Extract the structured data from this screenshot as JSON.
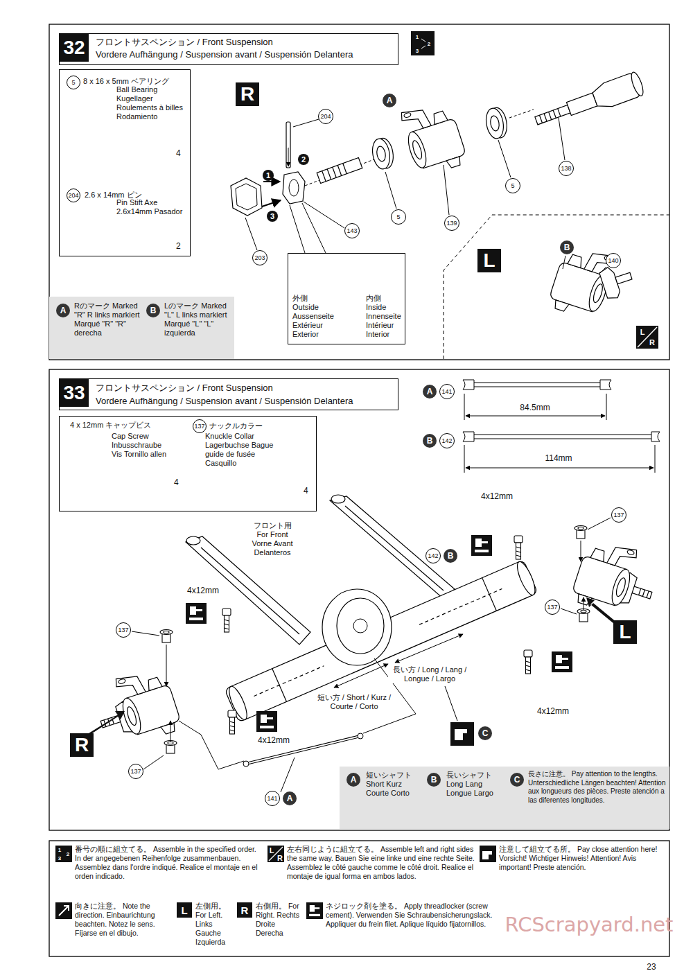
{
  "diagram": {
    "nodes": [
      {
        "text": [
          "32",
          "フロントサスペンション / Front Suspension",
          "Vordere Aufhängung / Suspension avant / Suspensión Delantera"
        ]
      },
      {
        "text": [
          "5",
          "8 x 16 x 5mm ベアリング",
          "Ball Bearing Kugellager Roulements à billes Rodamiento",
          "4",
          "204",
          "2.6 x 14mm ピン",
          "Pin Stift Axe 2.6x14mm Pasador",
          "2"
        ]
      },
      {
        "text": [
          "A",
          "Rのマーク Marked \"R\" R links markiert Marqué \"R\" \"R\" derecha",
          "B",
          "Lのマーク Marked \"L\" L links markiert Marqué \"L\" \"L\" izquierda"
        ]
      },
      {
        "text": [
          "外側 Outside Aussenseite Extérieur Exterior",
          "内側 Inside Innenseite Intérieur Interior"
        ]
      },
      {
        "text": [
          "33",
          "フロントサスペンション / Front Suspension",
          "Vordere Aufhängung / Suspension avant / Suspensión Delantera"
        ]
      },
      {
        "text": [
          "4 x 12mm キャップビス",
          "Cap Screw Inbusschraube Vis Tornillo allen",
          "4",
          "137",
          "ナックルカラー",
          "Knuckle Collar Lagerbuchse Bague guide de fusée Casquillo",
          "4"
        ]
      },
      {
        "text": [
          "A",
          "短いシャフト Short Kurz Courte Corto",
          "B",
          "長いシャフト Long Lang Longue Largo",
          "C",
          "長さに注意。 Pay attention to the lengths. Unterschiedliche Längen beachten! Attention aux longueurs des pièces. Preste atención a las diferentes longitudes."
        ]
      }
    ],
    "labels": [
      "1",
      "2",
      "3",
      "R",
      "A",
      "204",
      "2",
      "1",
      "3",
      "5",
      "139",
      "5",
      "138",
      "143",
      "203",
      "L",
      "B",
      "140",
      "L",
      "R",
      "A",
      "141",
      "84.5mm",
      "B",
      "142",
      "114mm",
      "4x12mm",
      "137",
      "142",
      "B",
      "フロント用 For Front Vorne Avant Delanteros",
      "4x12mm",
      "137",
      "L",
      "137",
      "長い方 / Long / Lang / Longue / Largo",
      "4x12mm",
      "短い方 / Short / Kurz / Courte / Corto",
      "R",
      "4x12mm",
      "C",
      "137",
      "141",
      "A",
      "L",
      "R",
      "L",
      "R",
      "RCScrapyard.net",
      "23",
      "1",
      "2",
      "3"
    ],
    "legend": [
      {
        "text": "番号の順に組立てる。 Assemble in the specified order. In der angegebenen Reihenfolge zusammenbauen. Assemblez dans l'ordre indiqué. Realice el montaje en el orden indicado."
      },
      {
        "text": "左右同じように組立てる。 Assemble left and right sides the same way. Bauen Sie eine linke und eine rechte Seite. Assemblez le côté gauche comme le côté droit. Realice el montaje de igual forma en ambos lados."
      },
      {
        "text": "注意して組立てる所。 Pay close attention here! Vorsicht! Wichtiger Hinweis! Attention! Avis important! Preste atención."
      },
      {
        "text": "向きに注意。 Note the direction. Einbaurichtung beachten. Notez le sens. Fíjarse en el dibujo."
      },
      {
        "text": "左側用。 For Left. Links Gauche Izquierda"
      },
      {
        "text": "右側用。 For Right. Rechts Droite Derecha"
      },
      {
        "text": "ネジロック剤を塗る。 Apply threadlocker (screw cement). Verwenden Sie Schraubensicherungslack. Appliquer du frein filet. Aplique líquido fijatornillos."
      }
    ]
  }
}
